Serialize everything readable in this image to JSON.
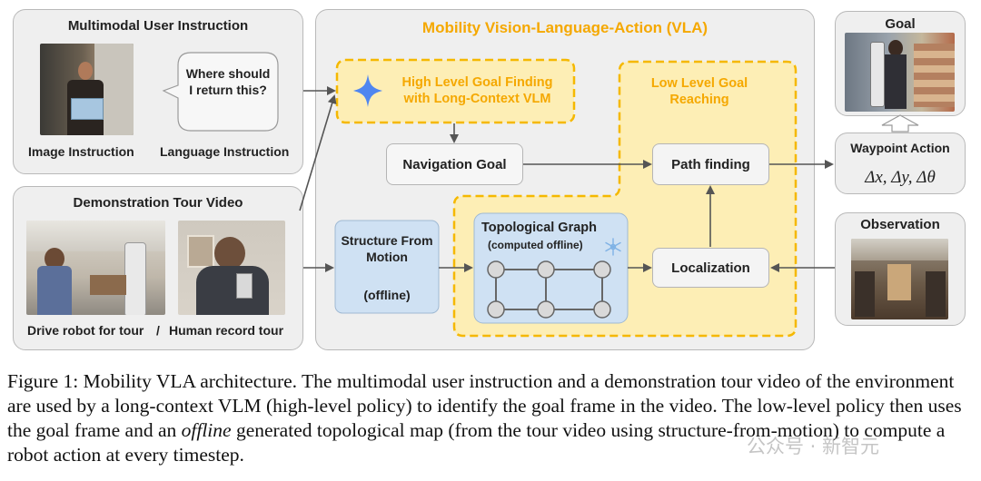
{
  "diagram": {
    "vla_title": "Mobility Vision-Language-Action (VLA)",
    "instruction_panel": {
      "title": "Multimodal User Instruction",
      "bubble_text": "Where should I return this?",
      "image_label": "Image Instruction",
      "language_label": "Language Instruction"
    },
    "tour_panel": {
      "title": "Demonstration Tour Video",
      "left_label": "Drive robot for tour",
      "separator": "/",
      "right_label": "Human record tour"
    },
    "high_level_box": "High Level Goal Finding with Long-Context VLM",
    "low_level_title": "Low Level Goal Reaching",
    "navigation_goal": "Navigation Goal",
    "path_finding": "Path finding",
    "sfm": {
      "title": "Structure From Motion",
      "subtitle": "(offline)"
    },
    "topo_graph": {
      "title": "Topological Graph",
      "subtitle": "(computed offline)"
    },
    "localization": "Localization",
    "goal_panel": {
      "title": "Goal"
    },
    "waypoint_panel": {
      "title": "Waypoint Action",
      "formula": "Δx, Δy, Δθ"
    },
    "observation_panel": {
      "title": "Observation"
    },
    "colors": {
      "accent_orange": "#f5a800",
      "yellow_fill": "#fdeeb5",
      "blue_fill": "#cfe1f3"
    }
  },
  "caption": {
    "part1": "Figure 1: Mobility VLA architecture. The multimodal user instruction and a demonstration tour video of the environment are used by a long-context VLM (high-level policy) to identify the goal frame in the video. The low-level policy then uses the goal frame and an ",
    "italic": "offline",
    "part2": " generated topological map (from the tour video using structure-from-motion) to compute a robot action at every timestep."
  },
  "watermark": "公众号 · 新智元"
}
